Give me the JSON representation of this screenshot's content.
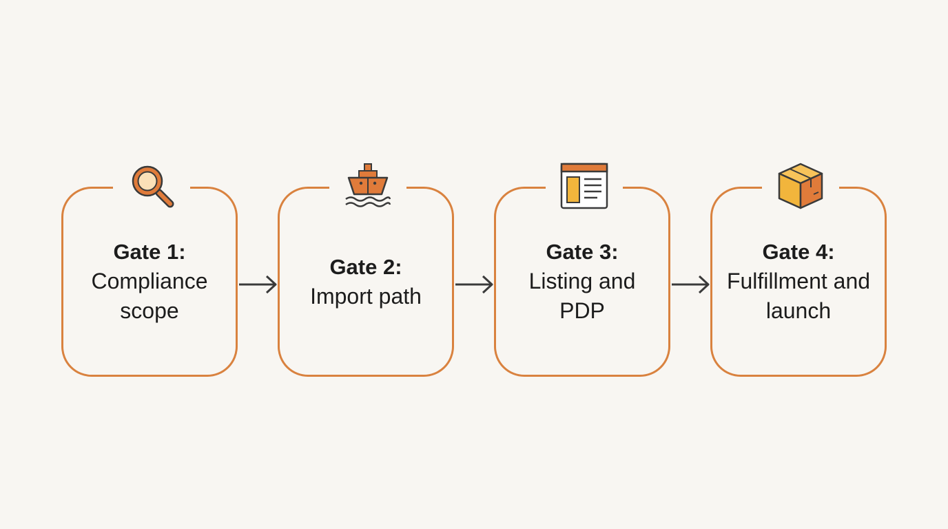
{
  "colors": {
    "background": "#f8f6f2",
    "box_border": "#d9823f",
    "accent_orange": "#e07b3a",
    "accent_yellow": "#f2b53c",
    "outline": "#3a3a3a"
  },
  "gates": [
    {
      "title": "Gate 1:",
      "description": "Compliance scope",
      "icon": "magnifier-icon"
    },
    {
      "title": "Gate 2:",
      "description": "Import path",
      "icon": "ship-icon"
    },
    {
      "title": "Gate 3:",
      "description": "Listing and PDP",
      "icon": "webpage-icon"
    },
    {
      "title": "Gate 4:",
      "description": "Fulfillment and launch",
      "icon": "box-icon"
    }
  ]
}
